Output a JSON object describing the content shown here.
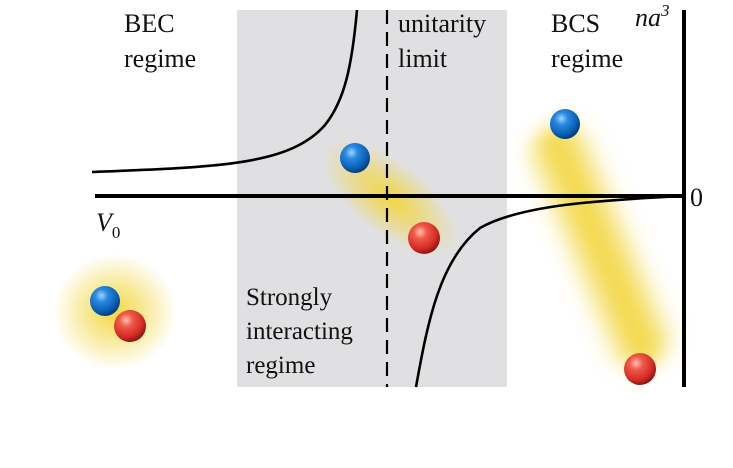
{
  "labels": {
    "bec_line1": "BEC",
    "bec_line2": "regime",
    "unitarity_line1": "unitarity",
    "unitarity_line2": "limit",
    "bcs_line1": "BCS",
    "bcs_line2": "regime",
    "y_axis_var": "na",
    "y_axis_exp": "3",
    "x_axis_var": "V",
    "x_axis_sub": "0",
    "zero": "0",
    "strong_line1": "Strongly",
    "strong_line2": "interacting",
    "strong_line3": "regime"
  },
  "colors": {
    "shaded_region": "#e0e0e2",
    "axis": "#000000",
    "curve": "#000000",
    "glow": "#f2d63c",
    "atom_blue": "#0a5fb4",
    "atom_red": "#d42a24"
  },
  "atoms": [
    {
      "name": "bec-blue-atom",
      "color": "blue"
    },
    {
      "name": "bec-red-atom",
      "color": "red"
    },
    {
      "name": "unitarity-blue-atom",
      "color": "blue"
    },
    {
      "name": "unitarity-red-atom",
      "color": "red"
    },
    {
      "name": "bcs-blue-atom",
      "color": "blue"
    },
    {
      "name": "bcs-red-atom",
      "color": "red"
    }
  ]
}
